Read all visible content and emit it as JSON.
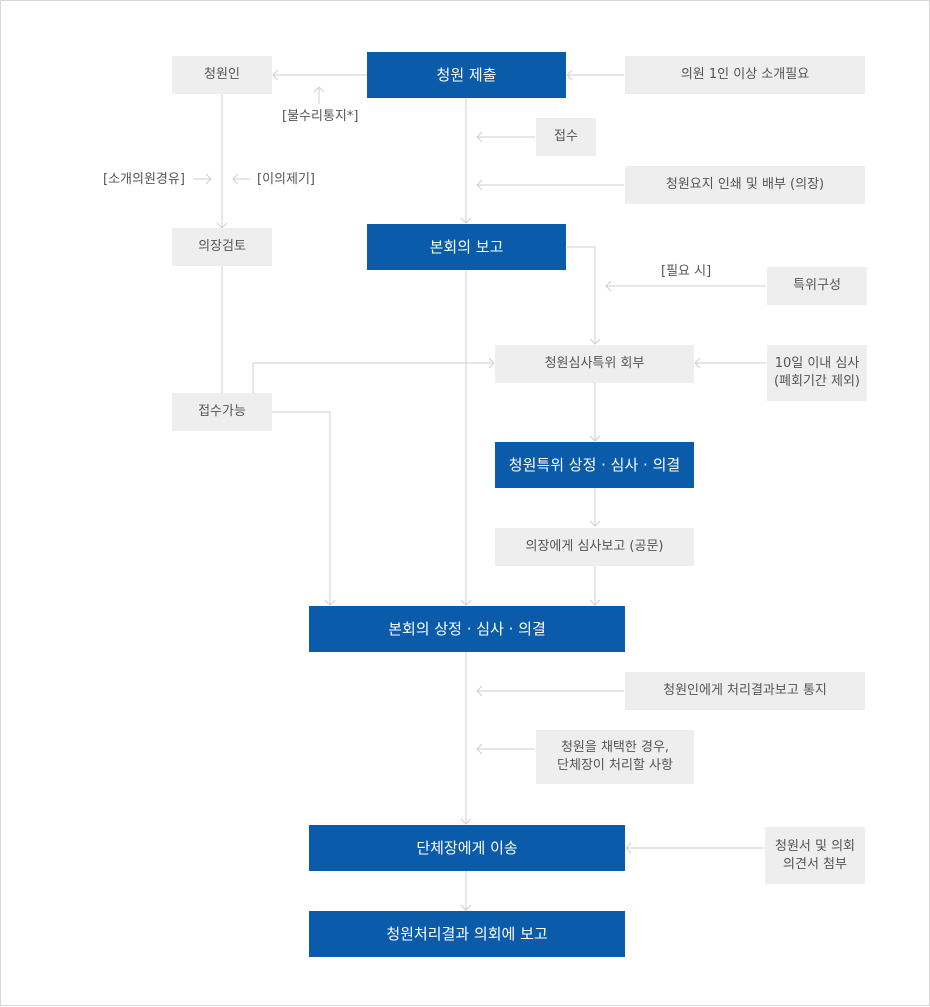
{
  "diagram": {
    "main_steps": {
      "submit": "청원 제출",
      "plenary_report": "본회의 보고",
      "committee_deliberation": "청원특위 상정 · 심사 · 의결",
      "plenary_deliberation": "본회의 상정 · 심사 · 의결",
      "transfer": "단체장에게 이송",
      "final_report": "청원처리결과 의회에 보고"
    },
    "side_boxes": {
      "petitioner": "청원인",
      "introduction": "의원 1인 이상 소개필요",
      "receipt": "접수",
      "print_distribute": "청원요지 인쇄 및 배부 (의장)",
      "chair_review": "의장검토",
      "special_committee": "특위구성",
      "refer_committee": "청원심사특위 회부",
      "ten_days": [
        "10일 이내 심사",
        "(폐회기간 제외)"
      ],
      "receivable": "접수가능",
      "report_to_chair": "의장에게 심사보고 (공문)",
      "notify_petitioner": "청원인에게 처리결과보고 통지",
      "if_adopted": [
        "청원을 채택한 경우,",
        "단체장이 처리할 사항"
      ],
      "attach_opinion": [
        "청원서 및 의회",
        "의견서 첨부"
      ]
    },
    "notes": {
      "non_acceptance": "[불수리통지*]",
      "via_member": "[소개의원경유]",
      "objection": "[이의제기]",
      "when_needed": "[필요 시]"
    }
  }
}
